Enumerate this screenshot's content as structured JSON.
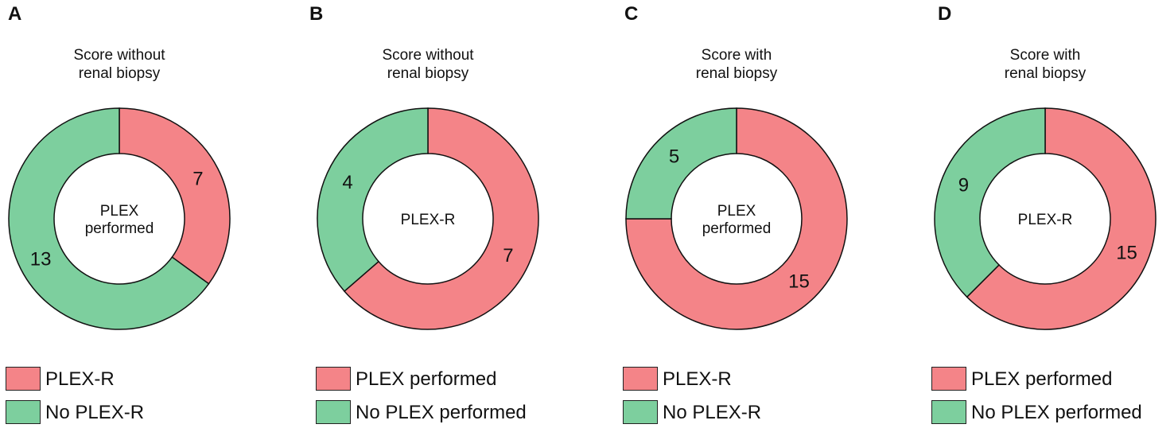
{
  "colors": {
    "red": "#f48488",
    "green": "#7dcf9e"
  },
  "chart_data": [
    {
      "type": "pie",
      "panel": "A",
      "title": "Score without\nrenal biopsy",
      "center_label": "PLEX\nperformed",
      "slices": [
        {
          "label": "7",
          "value": 7,
          "color": "#f48488"
        },
        {
          "label": "13",
          "value": 13,
          "color": "#7dcf9e"
        }
      ],
      "legend": [
        {
          "label": "PLEX-R",
          "color": "#f48488"
        },
        {
          "label": "No PLEX-R",
          "color": "#7dcf9e"
        }
      ]
    },
    {
      "type": "pie",
      "panel": "B",
      "title": "Score without\nrenal biopsy",
      "center_label": "PLEX-R",
      "slices": [
        {
          "label": "7",
          "value": 7,
          "color": "#f48488"
        },
        {
          "label": "4",
          "value": 4,
          "color": "#7dcf9e"
        }
      ],
      "legend": [
        {
          "label": "PLEX performed",
          "color": "#f48488"
        },
        {
          "label": "No PLEX performed",
          "color": "#7dcf9e"
        }
      ]
    },
    {
      "type": "pie",
      "panel": "C",
      "title": "Score with\nrenal biopsy",
      "center_label": "PLEX\nperformed",
      "slices": [
        {
          "label": "15",
          "value": 15,
          "color": "#f48488"
        },
        {
          "label": "5",
          "value": 5,
          "color": "#7dcf9e"
        }
      ],
      "legend": [
        {
          "label": "PLEX-R",
          "color": "#f48488"
        },
        {
          "label": "No PLEX-R",
          "color": "#7dcf9e"
        }
      ]
    },
    {
      "type": "pie",
      "panel": "D",
      "title": "Score with\nrenal biopsy",
      "center_label": "PLEX-R",
      "slices": [
        {
          "label": "15",
          "value": 15,
          "color": "#f48488"
        },
        {
          "label": "9",
          "value": 9,
          "color": "#7dcf9e"
        }
      ],
      "legend": [
        {
          "label": "PLEX performed",
          "color": "#f48488"
        },
        {
          "label": "No PLEX performed",
          "color": "#7dcf9e"
        }
      ]
    }
  ]
}
